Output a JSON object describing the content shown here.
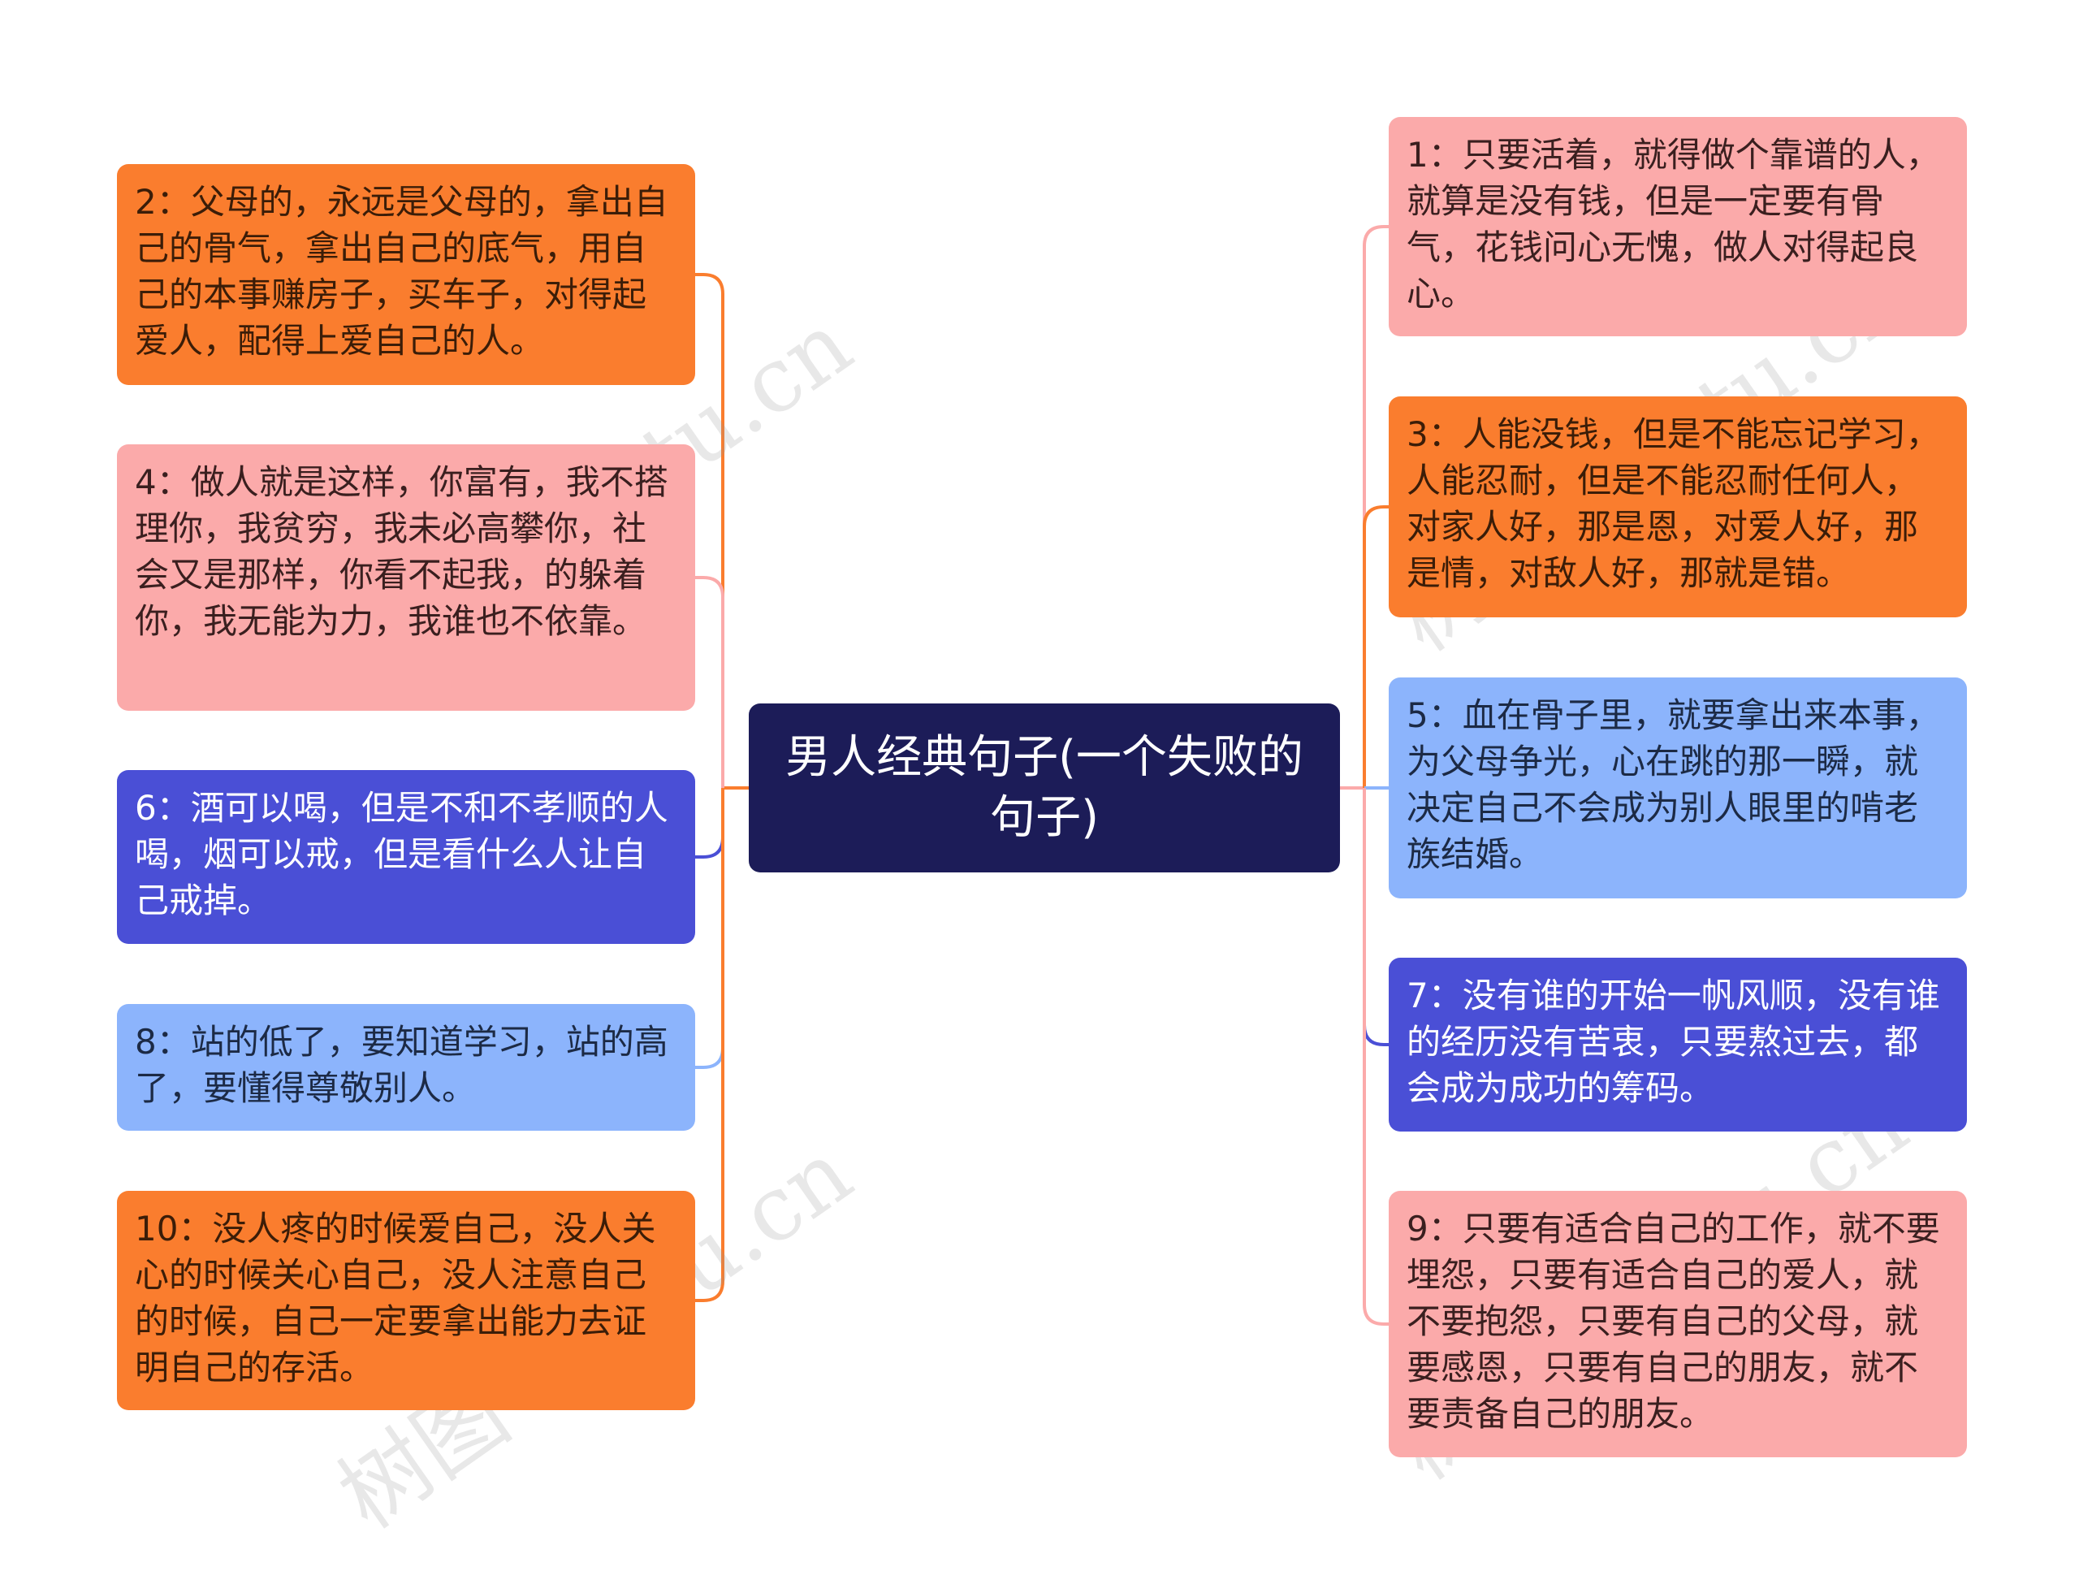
{
  "root": {
    "title": "男人经典句子(一个失败的句子)"
  },
  "colors": {
    "root": "#1C1C58",
    "orange": "#FA7D2E",
    "pink": "#FBAAAA",
    "indigo": "#4A4FD6",
    "blue": "#8CB4FC"
  },
  "left_nodes": [
    {
      "text": "2：父母的，永远是父母的，拿出自己的骨气，拿出自己的底气，用自己的本事赚房子，买车子，对得起爱人，配得上爱自己的人。",
      "color": "orange"
    },
    {
      "text": "4：做人就是这样，你富有，我不搭理你，我贫穷，我未必高攀你，社会又是那样，你看不起我，的躲着你，我无能为力，我谁也不依靠。",
      "color": "pink"
    },
    {
      "text": "6：酒可以喝，但是不和不孝顺的人喝，烟可以戒，但是看什么人让自己戒掉。",
      "color": "indigo"
    },
    {
      "text": "8：站的低了，要知道学习，站的高了，要懂得尊敬别人。",
      "color": "blue"
    },
    {
      "text": "10：没人疼的时候爱自己，没人关心的时候关心自己，没人注意自己的时候，自己一定要拿出能力去证明自己的存活。",
      "color": "orange"
    }
  ],
  "right_nodes": [
    {
      "text": "1：只要活着，就得做个靠谱的人，就算是没有钱，但是一定要有骨气，花钱问心无愧，做人对得起良心。",
      "color": "pink"
    },
    {
      "text": "3：人能没钱，但是不能忘记学习，人能忍耐，但是不能忍耐任何人，对家人好，那是恩，对爱人好，那是情，对敌人好，那就是错。",
      "color": "orange"
    },
    {
      "text": "5：血在骨子里，就要拿出来本事，为父母争光，心在跳的那一瞬，就决定自己不会成为别人眼里的啃老族结婚。",
      "color": "blue"
    },
    {
      "text": "7：没有谁的开始一帆风顺，没有谁的经历没有苦衷，只要熬过去，都会成为成功的筹码。",
      "color": "indigo"
    },
    {
      "text": "9：只要有适合自己的工作，就不要埋怨，只要有适合自己的爱人，就不要抱怨，只要有自己的父母，就要感恩，只要有自己的朋友，就不要责备自己的朋友。",
      "color": "pink"
    }
  ],
  "watermark": "树图 shutu.cn"
}
